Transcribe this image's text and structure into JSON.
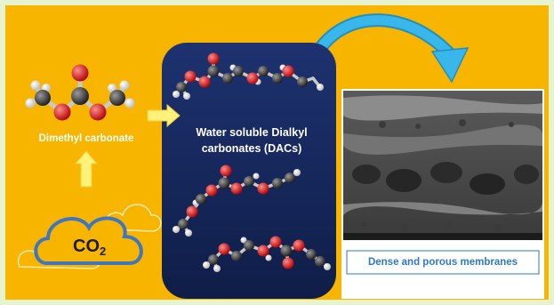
{
  "labels": {
    "dimethyl_carbonate": "Dimethyl carbonate",
    "dac_panel": "Water soluble Dialkyl carbonates (DACs)",
    "co2_main": "CO",
    "co2_sub": "2",
    "membranes": "Dense and porous membranes"
  },
  "colors": {
    "background": "#f7b500",
    "panel": "#15265a",
    "arrow_cyan": "#29a9e0",
    "arrow_yellow": "#fff27a",
    "cloud_outline": "#3f76c2",
    "carbon": "#303030",
    "oxygen": "#d81616",
    "hydrogen": "#f2f2f2"
  },
  "icons": [
    "molecule-dmc-icon",
    "molecule-dac-icon",
    "cloud-icon",
    "curved-arrow-icon",
    "block-arrow-icon",
    "sem-membrane-image"
  ]
}
